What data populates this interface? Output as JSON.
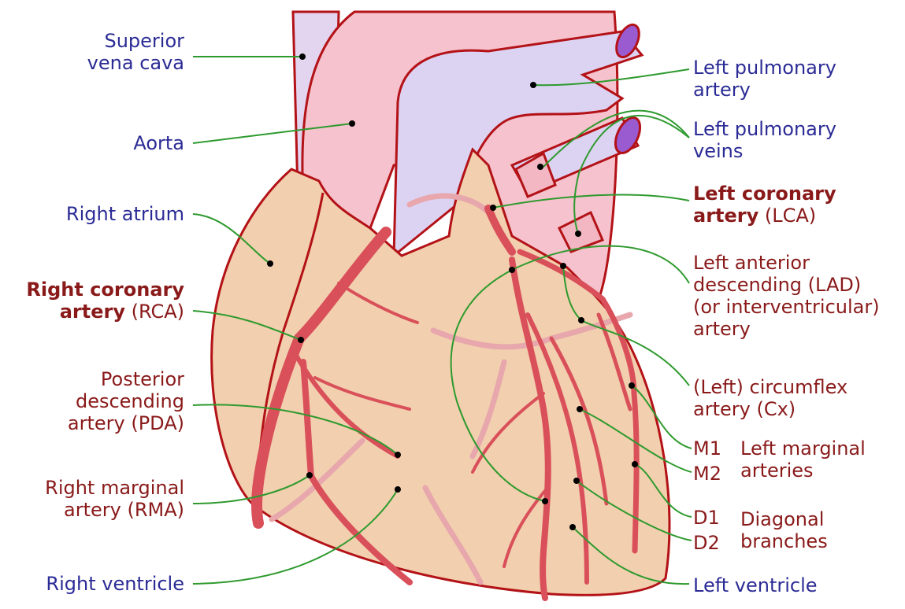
{
  "colors": {
    "heart_fill": "#f2cfae",
    "heart_outline": "#b31217",
    "artery": "#d9505a",
    "artery_faded": "#e7a7ac",
    "aorta": "#f6c2cd",
    "pulmonary": "#dcd3f2",
    "leader_line": "#2e9a2e",
    "label_blue": "#2b2b96",
    "label_red": "#8a1a1a"
  },
  "labels": {
    "svc": [
      "Superior",
      "vena cava"
    ],
    "aorta": "Aorta",
    "right_atrium": "Right atrium",
    "rca_bold": "Right coronary",
    "rca_bold2": "artery",
    "rca_abbr": " (RCA)",
    "pda": [
      "Posterior",
      "descending",
      "artery (PDA)"
    ],
    "rma": [
      "Right marginal",
      "artery (RMA)"
    ],
    "right_ventricle": "Right ventricle",
    "lpa": [
      "Left pulmonary",
      "artery"
    ],
    "lpv": [
      "Left pulmonary",
      "veins"
    ],
    "lca_bold": "Left coronary",
    "lca_bold2": "artery",
    "lca_abbr": " (LCA)",
    "lad": [
      "Left anterior",
      "descending (LAD)",
      "(or interventricular)",
      "artery"
    ],
    "cx": [
      "(Left) circumflex",
      "artery (Cx)"
    ],
    "m1": "M1",
    "m2": "M2",
    "marginal": [
      "Left marginal",
      "arteries"
    ],
    "d1": "D1",
    "d2": "D2",
    "diagonal": [
      "Diagonal",
      "branches"
    ],
    "left_ventricle": "Left ventricle"
  }
}
